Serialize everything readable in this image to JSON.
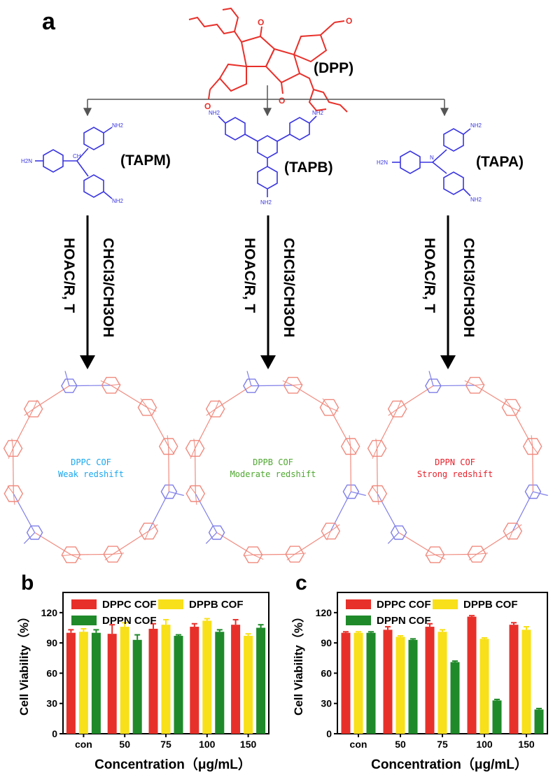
{
  "scheme": {
    "panel_label": "a",
    "dpp_label": "(DPP)",
    "dpp_aldehyde": "O",
    "amines": [
      {
        "label": "(TAPM)",
        "color": "#3a35e0",
        "center_label": "CH",
        "nh2": "NH2",
        "h2n": "H2N"
      },
      {
        "label": "(TAPB)",
        "color": "#3a35e0",
        "nh2": "NH2"
      },
      {
        "label": "(TAPA)",
        "color": "#3a35e0",
        "center_label": "N",
        "nh2": "NH2",
        "h2n": "H2N"
      }
    ],
    "conditions": {
      "left": "HOAC/R, T",
      "right": "CHCl3/CH3OH"
    },
    "cofs": [
      {
        "name": "DPPC COF",
        "desc": "Weak  redshift",
        "color": "#19a8f0"
      },
      {
        "name": "DPPB COF",
        "desc": "Moderate redshift",
        "color": "#4fa830"
      },
      {
        "name": "DPPN COF",
        "desc": "Strong redshift",
        "color": "#e8202a"
      }
    ],
    "colors": {
      "dpp": "#e8302a",
      "amine": "#3a35e0",
      "ring_red": "#f08a7e",
      "ring_blue": "#7f7ee8",
      "arrow": "#000000"
    }
  },
  "chart_data": [
    {
      "panel_label": "b",
      "type": "bar",
      "categories": [
        "con",
        "50",
        "75",
        "100",
        "150"
      ],
      "series": [
        {
          "name": "DPPC COF",
          "color": "#e8302a",
          "values": [
            100,
            99,
            104,
            106,
            108
          ],
          "errors": [
            3,
            9,
            5,
            3,
            5
          ]
        },
        {
          "name": "DPPB COF",
          "color": "#f8e01a",
          "values": [
            101,
            106,
            108,
            112,
            97
          ],
          "errors": [
            3,
            4,
            5,
            2,
            2
          ]
        },
        {
          "name": "DPPN COF",
          "color": "#1f8a2a",
          "values": [
            100,
            93,
            97,
            101,
            105
          ],
          "errors": [
            3,
            5,
            1,
            2,
            3
          ]
        }
      ],
      "xlabel": "Concentration（μg/mL）",
      "ylabel": "Cell Viability（%）",
      "ylim": [
        0,
        140
      ],
      "yticks": [
        0,
        30,
        60,
        90,
        120
      ],
      "grid": false,
      "legend": "top"
    },
    {
      "panel_label": "c",
      "type": "bar",
      "categories": [
        "con",
        "50",
        "75",
        "100",
        "150"
      ],
      "series": [
        {
          "name": "DPPC COF",
          "color": "#e8302a",
          "values": [
            100,
            103,
            106,
            116,
            108
          ],
          "errors": [
            1,
            3,
            3,
            1,
            2
          ]
        },
        {
          "name": "DPPB COF",
          "color": "#f8e01a",
          "values": [
            100,
            96,
            101,
            94,
            103
          ],
          "errors": [
            1,
            1,
            2,
            1,
            3
          ]
        },
        {
          "name": "DPPN COF",
          "color": "#1f8a2a",
          "values": [
            100,
            93,
            71,
            33,
            24
          ],
          "errors": [
            1,
            1,
            1,
            1,
            1
          ]
        }
      ],
      "xlabel": "Concentration（μg/mL）",
      "ylabel": "Cell Viability（%）",
      "ylim": [
        0,
        140
      ],
      "yticks": [
        0,
        30,
        60,
        90,
        120
      ],
      "grid": false,
      "legend": "top"
    }
  ]
}
